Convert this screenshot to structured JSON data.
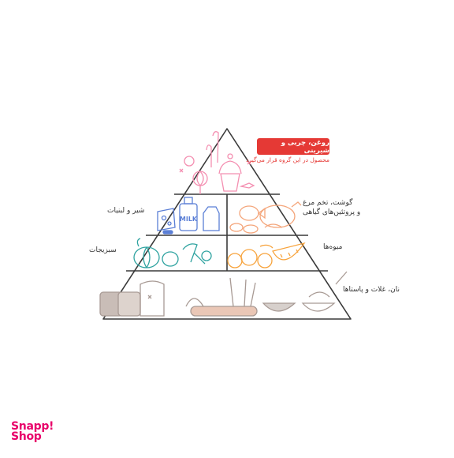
{
  "pyramid": {
    "top": {
      "title": "روغن، چربی و شیرینی",
      "subtitle": "محصول در این گروه قرار می‌گیرد"
    },
    "labels": {
      "dairy": "شیر و لبنیات",
      "protein_line1": "گوشت، تخم مرغ",
      "protein_line2": "و پروتئین‌های گیاهی",
      "vegetables": "سبزیجات",
      "fruits": "میوه‌ها",
      "grains": "نان، غلات و پاستاها"
    },
    "milk_text": "MILK"
  },
  "brand": {
    "line1": "Snapp!",
    "line2": "Shop",
    "color": "#e8006a"
  },
  "colors": {
    "outline": "#3a3a3a",
    "sweets": "#f48fb1",
    "dairy": "#5b7fd6",
    "protein": "#f4a57a",
    "vegetables": "#2fa3a0",
    "fruits": "#f7a33c",
    "grains": "#a89a94",
    "accent": "#e53935"
  }
}
